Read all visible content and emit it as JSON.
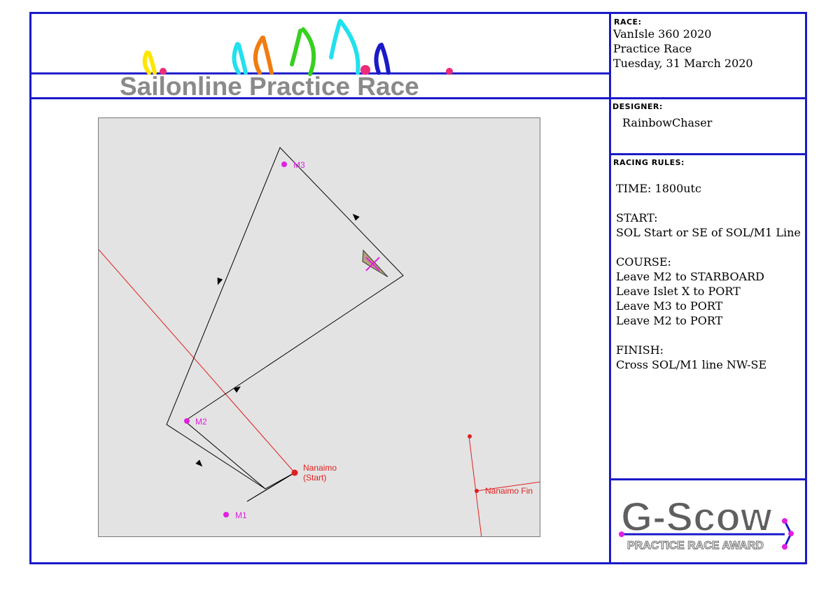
{
  "header": {
    "title": "Sailonline Practice Race"
  },
  "race": {
    "label": "RACE:",
    "lines": [
      "VanIsle 360 2020",
      "Practice Race",
      "Tuesday, 31 March 2020"
    ]
  },
  "designer": {
    "label": "DESIGNER:",
    "name": "RainbowChaser"
  },
  "rules": {
    "label": "RACING RULES:",
    "time": "TIME: 1800utc",
    "start_heading": "START:",
    "start_text": "SOL Start or SE of SOL/M1 Line",
    "course_heading": "COURSE:",
    "course_lines": [
      "Leave M2 to STARBOARD",
      "Leave Islet X to PORT",
      "Leave M3 to PORT",
      "Leave M2 to PORT"
    ],
    "finish_heading": "FINISH:",
    "finish_text": "Cross SOL/M1 line NW-SE"
  },
  "map": {
    "marks": [
      "M3",
      "M2",
      "M1"
    ],
    "start_label_1": "Nanaimo",
    "start_label_2": "(Start)",
    "finish_label": "Nanaimo Fin"
  },
  "award": {
    "title": "G-Scow",
    "subtitle": "PRACTICE RACE AWARD"
  },
  "colors": {
    "border": "#1a1ac8",
    "mark": "#e020e0",
    "line_red": "#e02020",
    "logo_grey": "#5f5f5f"
  }
}
